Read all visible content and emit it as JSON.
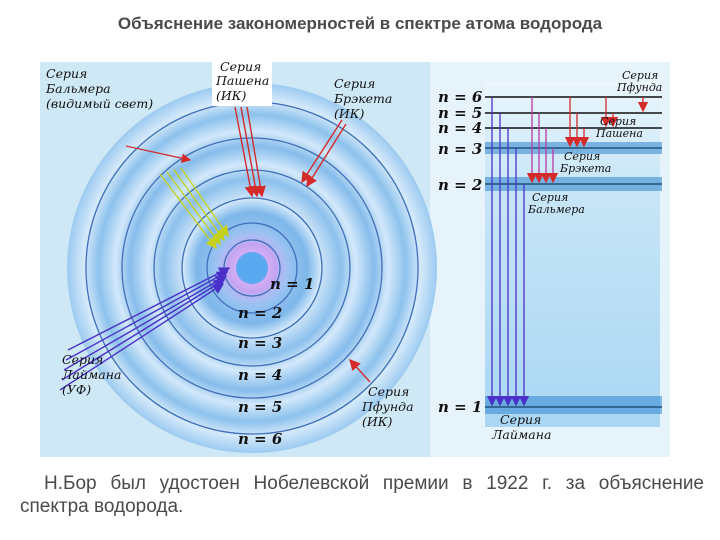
{
  "title": "Объяснение закономерностей в спектре атома водорода",
  "caption": {
    "line1": "Н.Бор был удостоен Нобелевской премии в 1922 г. за объяснение",
    "line2": "спектра водорода."
  },
  "orbit_levels": [
    "n = 1",
    "n = 2",
    "n = 3",
    "n = 4",
    "n = 5",
    "n = 6"
  ],
  "energy_levels": [
    "n = 6",
    "n = 5",
    "n = 4",
    "n = 3",
    "n = 2",
    "n = 1"
  ],
  "atom_series": {
    "balmer": [
      "Серия",
      "Бальмера",
      "(видимый свет)"
    ],
    "paschen": [
      "Серия",
      "Пашена",
      "(ИК)"
    ],
    "brackett": [
      "Серия",
      "Брэкета",
      "(ИК)"
    ],
    "lyman": [
      "Серия",
      "Лаймана",
      "(УФ)"
    ],
    "pfund": [
      "Серия",
      "Пфунда",
      "(ИК)"
    ]
  },
  "level_series": {
    "pfund": [
      "Серия",
      "Пфунда"
    ],
    "paschen": [
      "Серия",
      "Пашена"
    ],
    "brackett": [
      "Серия",
      "Брэкета"
    ],
    "balmer": [
      "Серия",
      "Бальмера"
    ],
    "lyman": [
      "Серия",
      "Лаймана"
    ]
  },
  "colors": {
    "panel_bg": "#cde9f6",
    "ring": "#8fc4ec",
    "nucleus": "#5aa8ef",
    "lyman_arrow": "#5a3fd6",
    "balmer_arrow": "#d8e23a",
    "ir_arrow": "#d42a2a"
  }
}
